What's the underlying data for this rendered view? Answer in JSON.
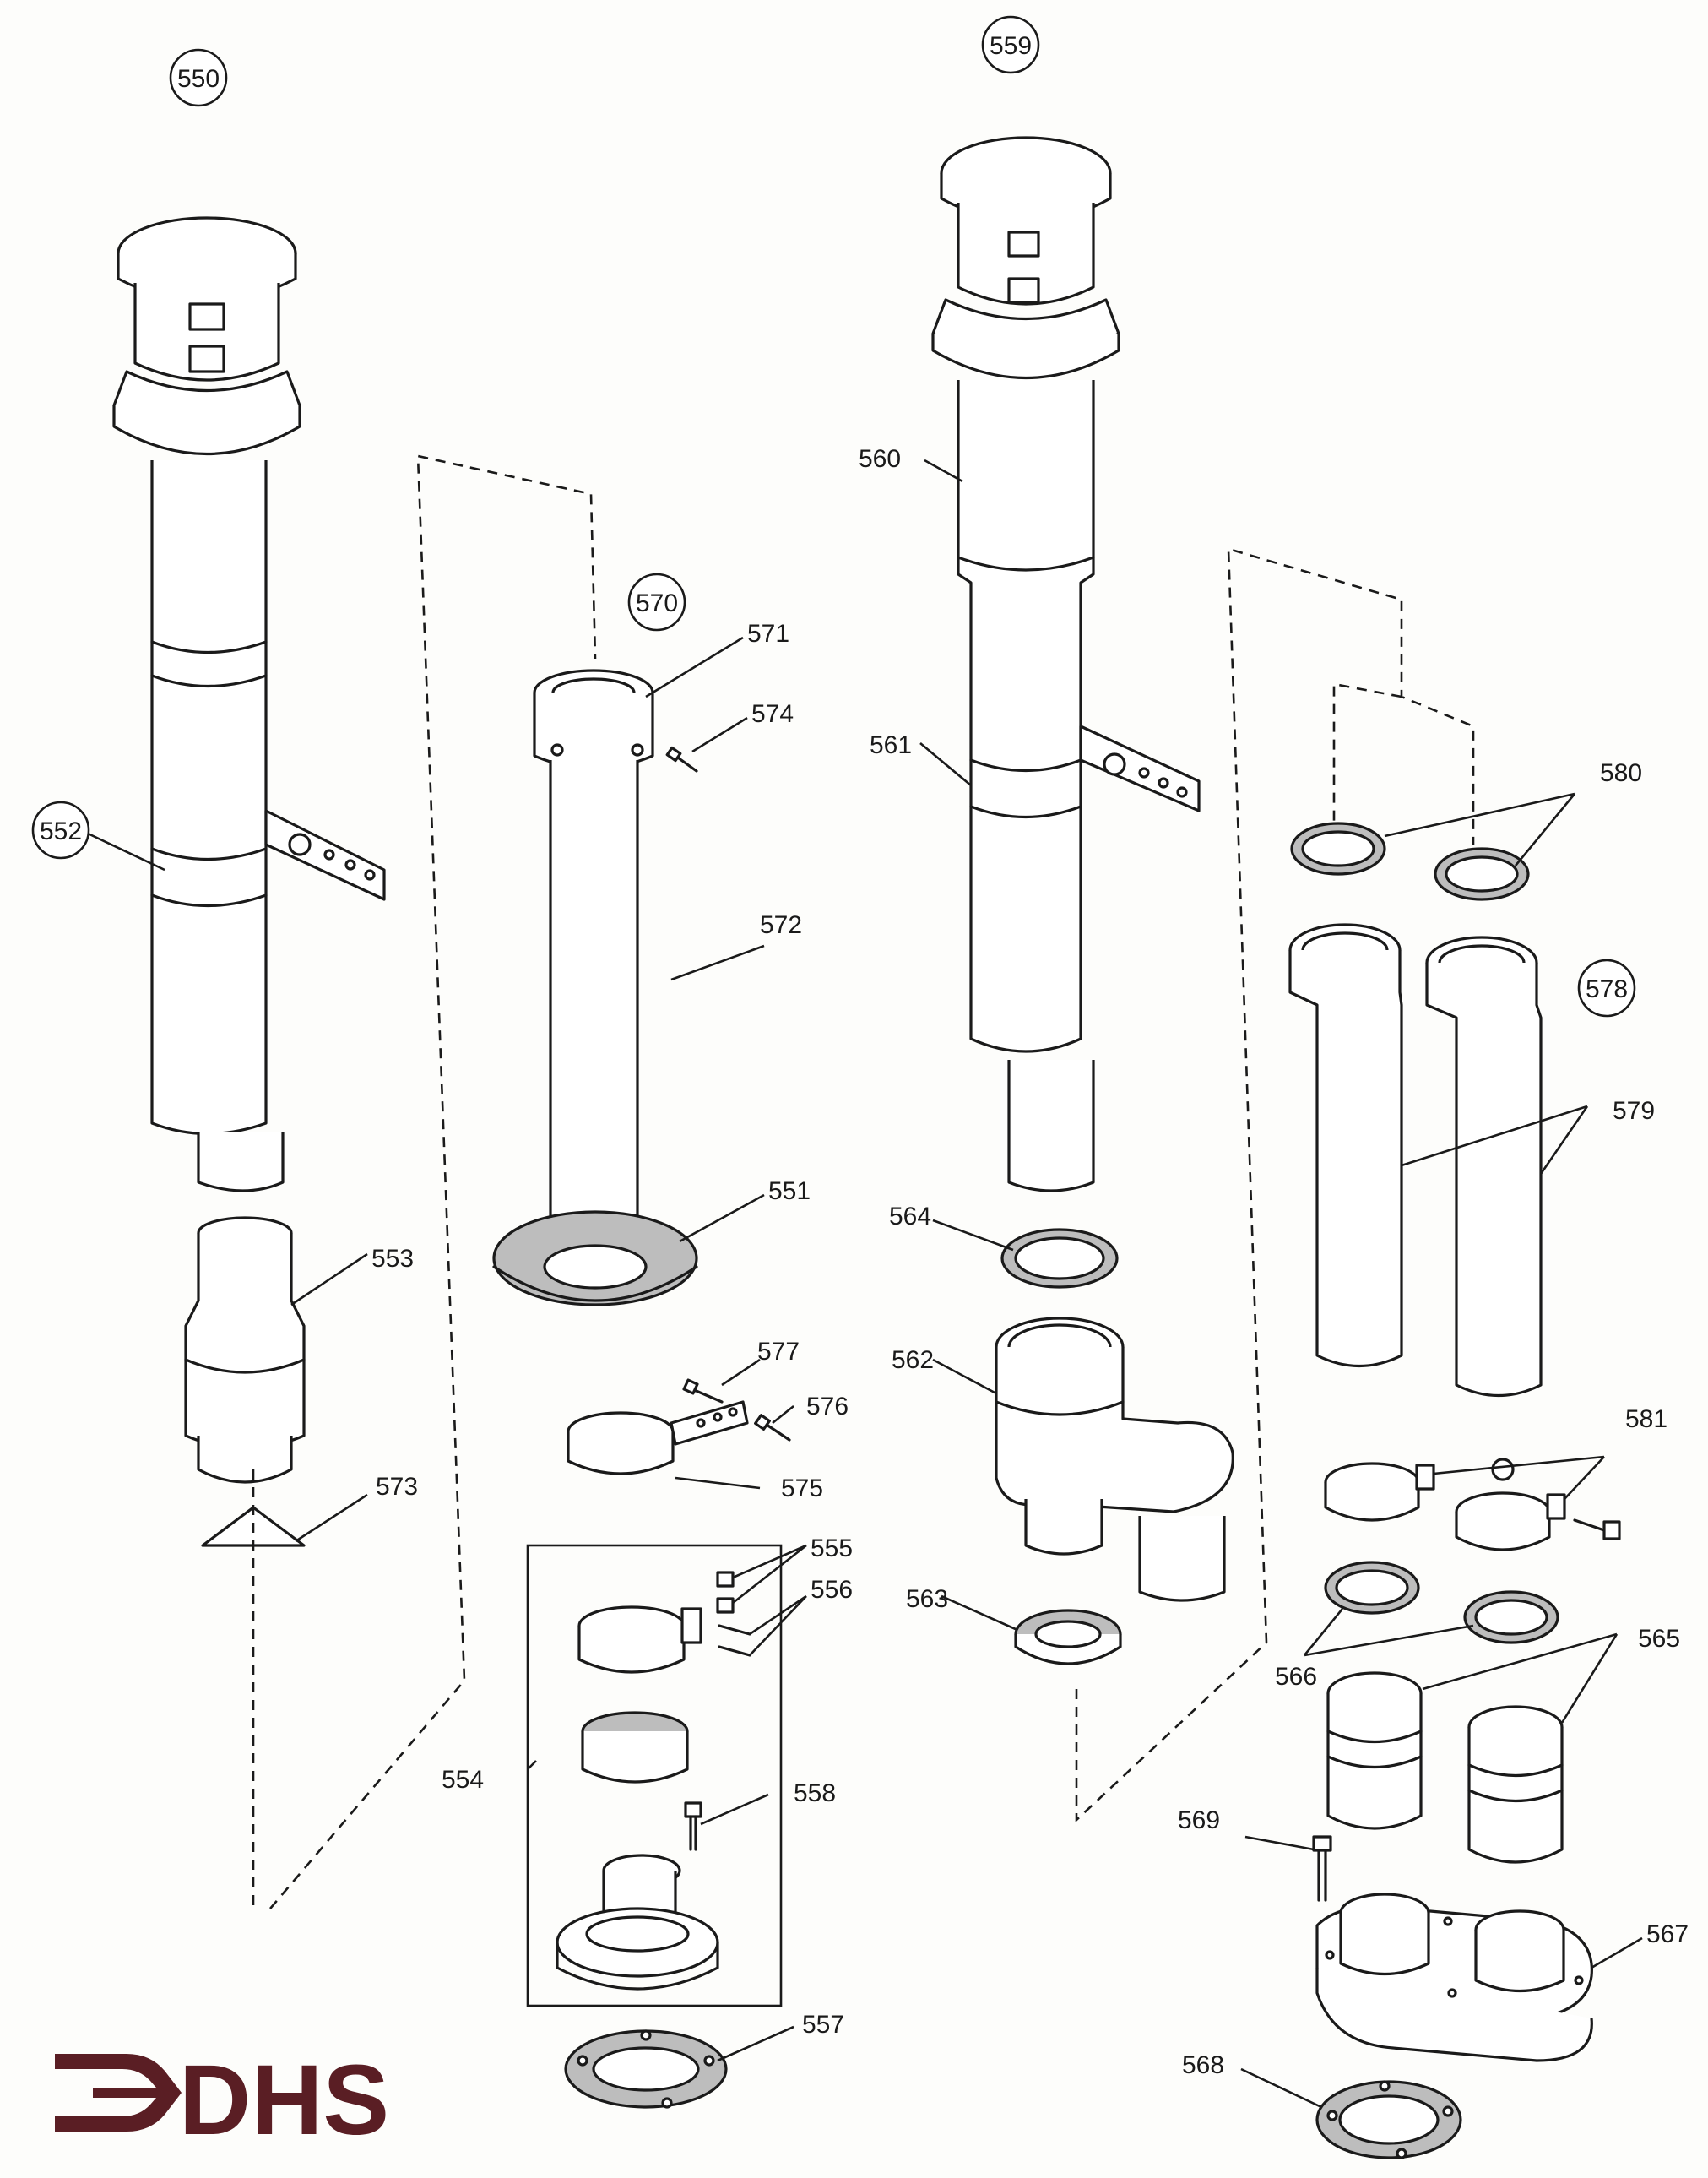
{
  "diagram": {
    "logo_text": "DHS",
    "colors": {
      "logo": "#5a1e24",
      "line": "#1a1a1a",
      "hatch": "#bdbdbd"
    },
    "circled_labels": {
      "c550": "550",
      "c559": "559",
      "c570": "570",
      "c552": "552",
      "c578": "578"
    },
    "labels": {
      "l551": "551",
      "l553": "553",
      "l554": "554",
      "l555": "555",
      "l556": "556",
      "l557": "557",
      "l558": "558",
      "l560": "560",
      "l561": "561",
      "l562": "562",
      "l563": "563",
      "l564": "564",
      "l565": "565",
      "l566": "566",
      "l567": "567",
      "l568": "568",
      "l569": "569",
      "l571": "571",
      "l572": "572",
      "l573": "573",
      "l574": "574",
      "l575": "575",
      "l576": "576",
      "l577": "577",
      "l579": "579",
      "l580": "580",
      "l581": "581"
    }
  }
}
